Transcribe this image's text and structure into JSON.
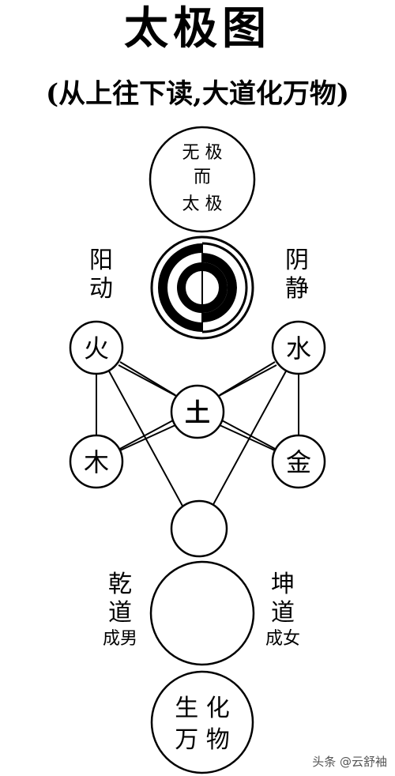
{
  "header": {
    "title": "太极图",
    "subtitle": "(从上往下读,大道化万物)"
  },
  "wuji": {
    "line1": "无 极",
    "line2": "而",
    "line3": "太 极"
  },
  "yang_label": {
    "line1": "阳",
    "line2": "动"
  },
  "yin_label": {
    "line1": "阴",
    "line2": "静"
  },
  "elements": {
    "fire": "火",
    "water": "水",
    "earth": "土",
    "wood": "木",
    "metal": "金"
  },
  "qian": {
    "line1": "乾",
    "line2": "道",
    "line3": "成男"
  },
  "kun": {
    "line1": "坤",
    "line2": "道",
    "line3": "成女"
  },
  "myriad": {
    "line1": "生 化",
    "line2": "万 物"
  },
  "watermark": "头条 @云舒袖",
  "colors": {
    "ink": "#000000",
    "paper": "#ffffff",
    "watermark": "#555555"
  }
}
